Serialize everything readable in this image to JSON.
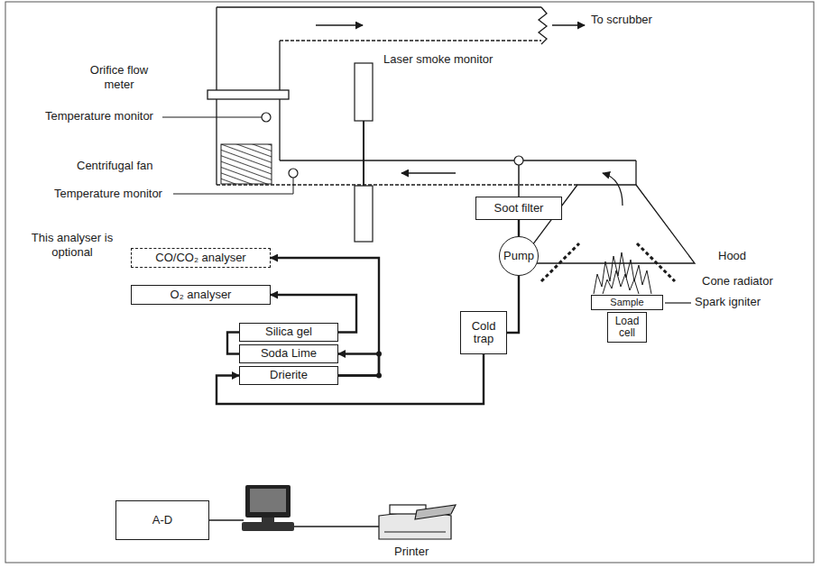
{
  "diagram": {
    "nodes": [
      {
        "text": [
          "Soot filter"
        ]
      },
      {
        "text": [
          "Pump"
        ]
      },
      {
        "text": [
          "CO/CO₂ analyser"
        ]
      },
      {
        "text": [
          "O₂ analyser"
        ]
      },
      {
        "text": [
          "Silica gel"
        ]
      },
      {
        "text": [
          "Cold trap"
        ]
      },
      {
        "text": [
          "Soda Lime"
        ]
      },
      {
        "text": [
          "Drierite"
        ]
      },
      {
        "text": [
          "Sample"
        ]
      },
      {
        "text": [
          "Load cell"
        ]
      },
      {
        "text": [
          "A-D"
        ]
      }
    ],
    "edges": [
      {
        "from": 0,
        "to": 1,
        "arrow": "none"
      },
      {
        "from": 1,
        "to": 5,
        "arrow": "none"
      },
      {
        "from": 5,
        "to": 7,
        "arrow": "to"
      },
      {
        "from": 7,
        "to": 6,
        "arrow": "to"
      },
      {
        "from": 7,
        "to": 2,
        "arrow": "to"
      },
      {
        "from": 6,
        "to": 4,
        "arrow": "none"
      },
      {
        "from": 4,
        "to": 3,
        "arrow": "to"
      }
    ],
    "labels": [
      "To scrubber",
      "Orifice flow meter",
      "Laser smoke monitor",
      "Temperature monitor",
      "Centrifugal fan",
      "Temperature monitor",
      "Hood",
      "This analyser is optional",
      "Cone radiator",
      "Spark igniter",
      "Printer"
    ]
  }
}
